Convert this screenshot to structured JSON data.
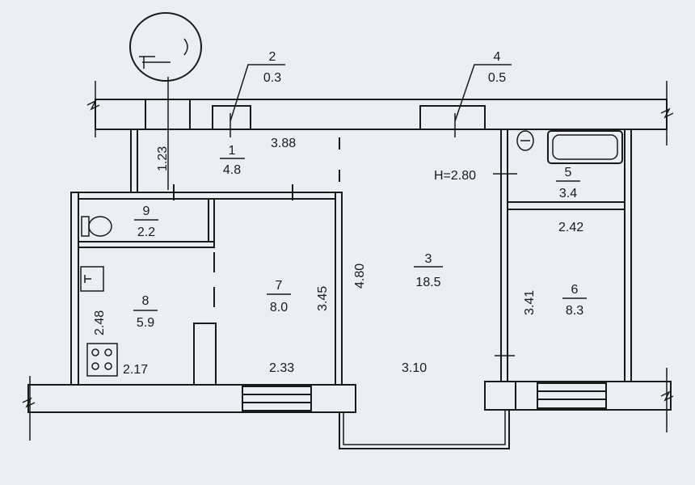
{
  "plan": {
    "ceiling_height": "H=2.80",
    "rooms": [
      {
        "number": "1",
        "area": "4.8"
      },
      {
        "number": "2",
        "area": "0.3"
      },
      {
        "number": "3",
        "area": "18.5"
      },
      {
        "number": "4",
        "area": "0.5"
      },
      {
        "number": "5",
        "area": "3.4"
      },
      {
        "number": "6",
        "area": "8.3"
      },
      {
        "number": "7",
        "area": "8.0"
      },
      {
        "number": "8",
        "area": "5.9"
      },
      {
        "number": "9",
        "area": "2.2"
      }
    ],
    "dimensions": {
      "corridor_length": "3.88",
      "corridor_width": "1.23",
      "living_length": "4.80",
      "living_width": "3.10",
      "room7_length": "3.45",
      "room7_width": "2.33",
      "kitchen_length": "2.48",
      "kitchen_width": "2.17",
      "room6_length": "3.41",
      "room6_width": "2.42"
    }
  }
}
